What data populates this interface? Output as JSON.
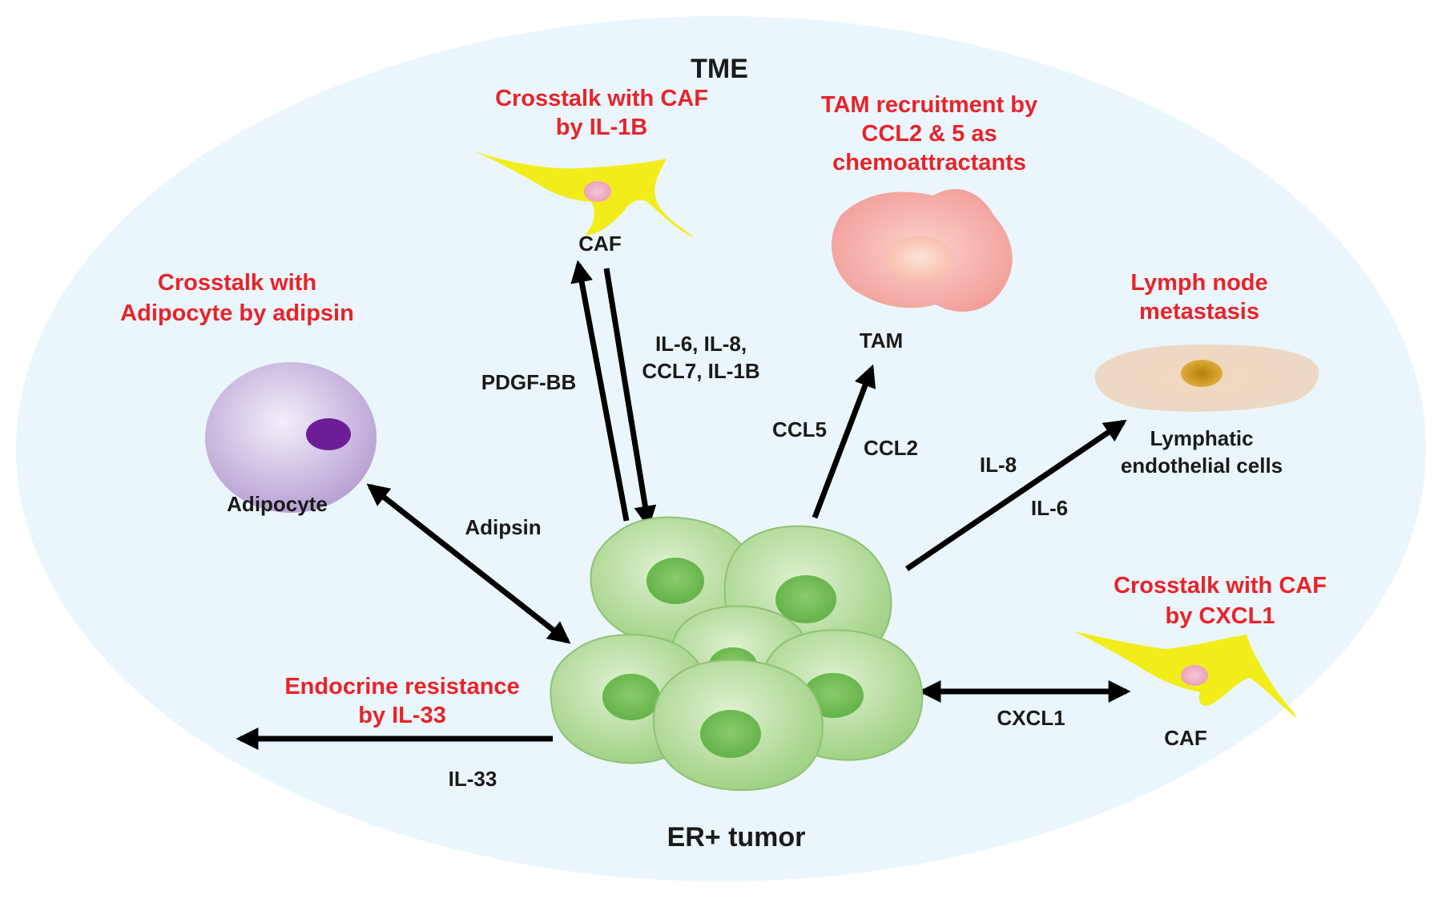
{
  "title": "TME",
  "center_label": "ER+ tumor",
  "captions": {
    "caf_top": [
      "Crosstalk with CAF",
      "by IL-1B"
    ],
    "tam": [
      "TAM recruitment by",
      "CCL2 & 5 as",
      "chemoattractants"
    ],
    "adipocyte": [
      "Crosstalk with",
      "Adipocyte by adipsin"
    ],
    "lymph": [
      "Lymph node",
      "metastasis"
    ],
    "caf_right": [
      "Crosstalk with CAF",
      "by CXCL1"
    ],
    "endocrine": [
      "Endocrine resistance",
      "by IL-33"
    ]
  },
  "cells": {
    "caf_top": "CAF",
    "tam": "TAM",
    "adipocyte": "Adipocyte",
    "lymphatic": [
      "Lymphatic",
      "endothelial cells"
    ],
    "caf_right": "CAF"
  },
  "signals": {
    "pdgf": "PDGF-BB",
    "il_group": [
      "IL-6, IL-8,",
      "CCL7, IL-1B"
    ],
    "ccl5": "CCL5",
    "ccl2": "CCL2",
    "il8": "IL-8",
    "il6": "IL-6",
    "adipsin": "Adipsin",
    "cxcl1": "CXCL1",
    "il33": "IL-33"
  },
  "colors": {
    "background_ellipse": "#eaf6fb",
    "caption_red": "#e8232a",
    "caf_yellow": "#f2ec1a",
    "tumor_green": "#b5dc9c",
    "tam_pink": "#f4a6a4",
    "adipocyte_purple": "#c7b6dc",
    "lymphatic_tan": "#e8d0b4"
  }
}
